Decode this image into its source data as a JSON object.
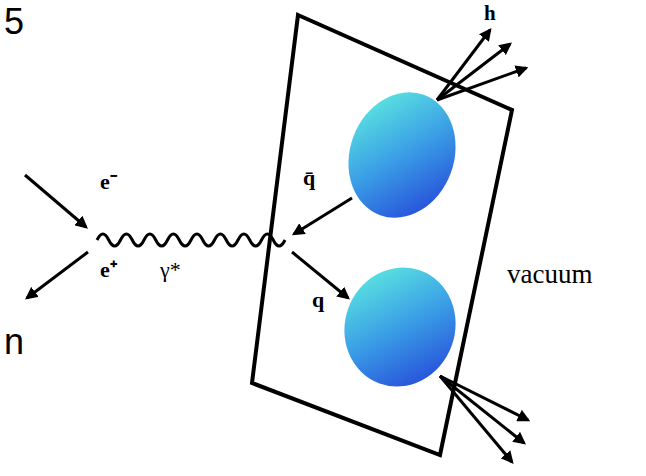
{
  "diagram": {
    "nodes": [
      {
        "text": [
          "vacuum"
        ]
      }
    ],
    "labels": [
      "e⁻",
      "e⁺",
      "γ*",
      "q̄",
      "q",
      "h",
      "5",
      "n"
    ]
  }
}
